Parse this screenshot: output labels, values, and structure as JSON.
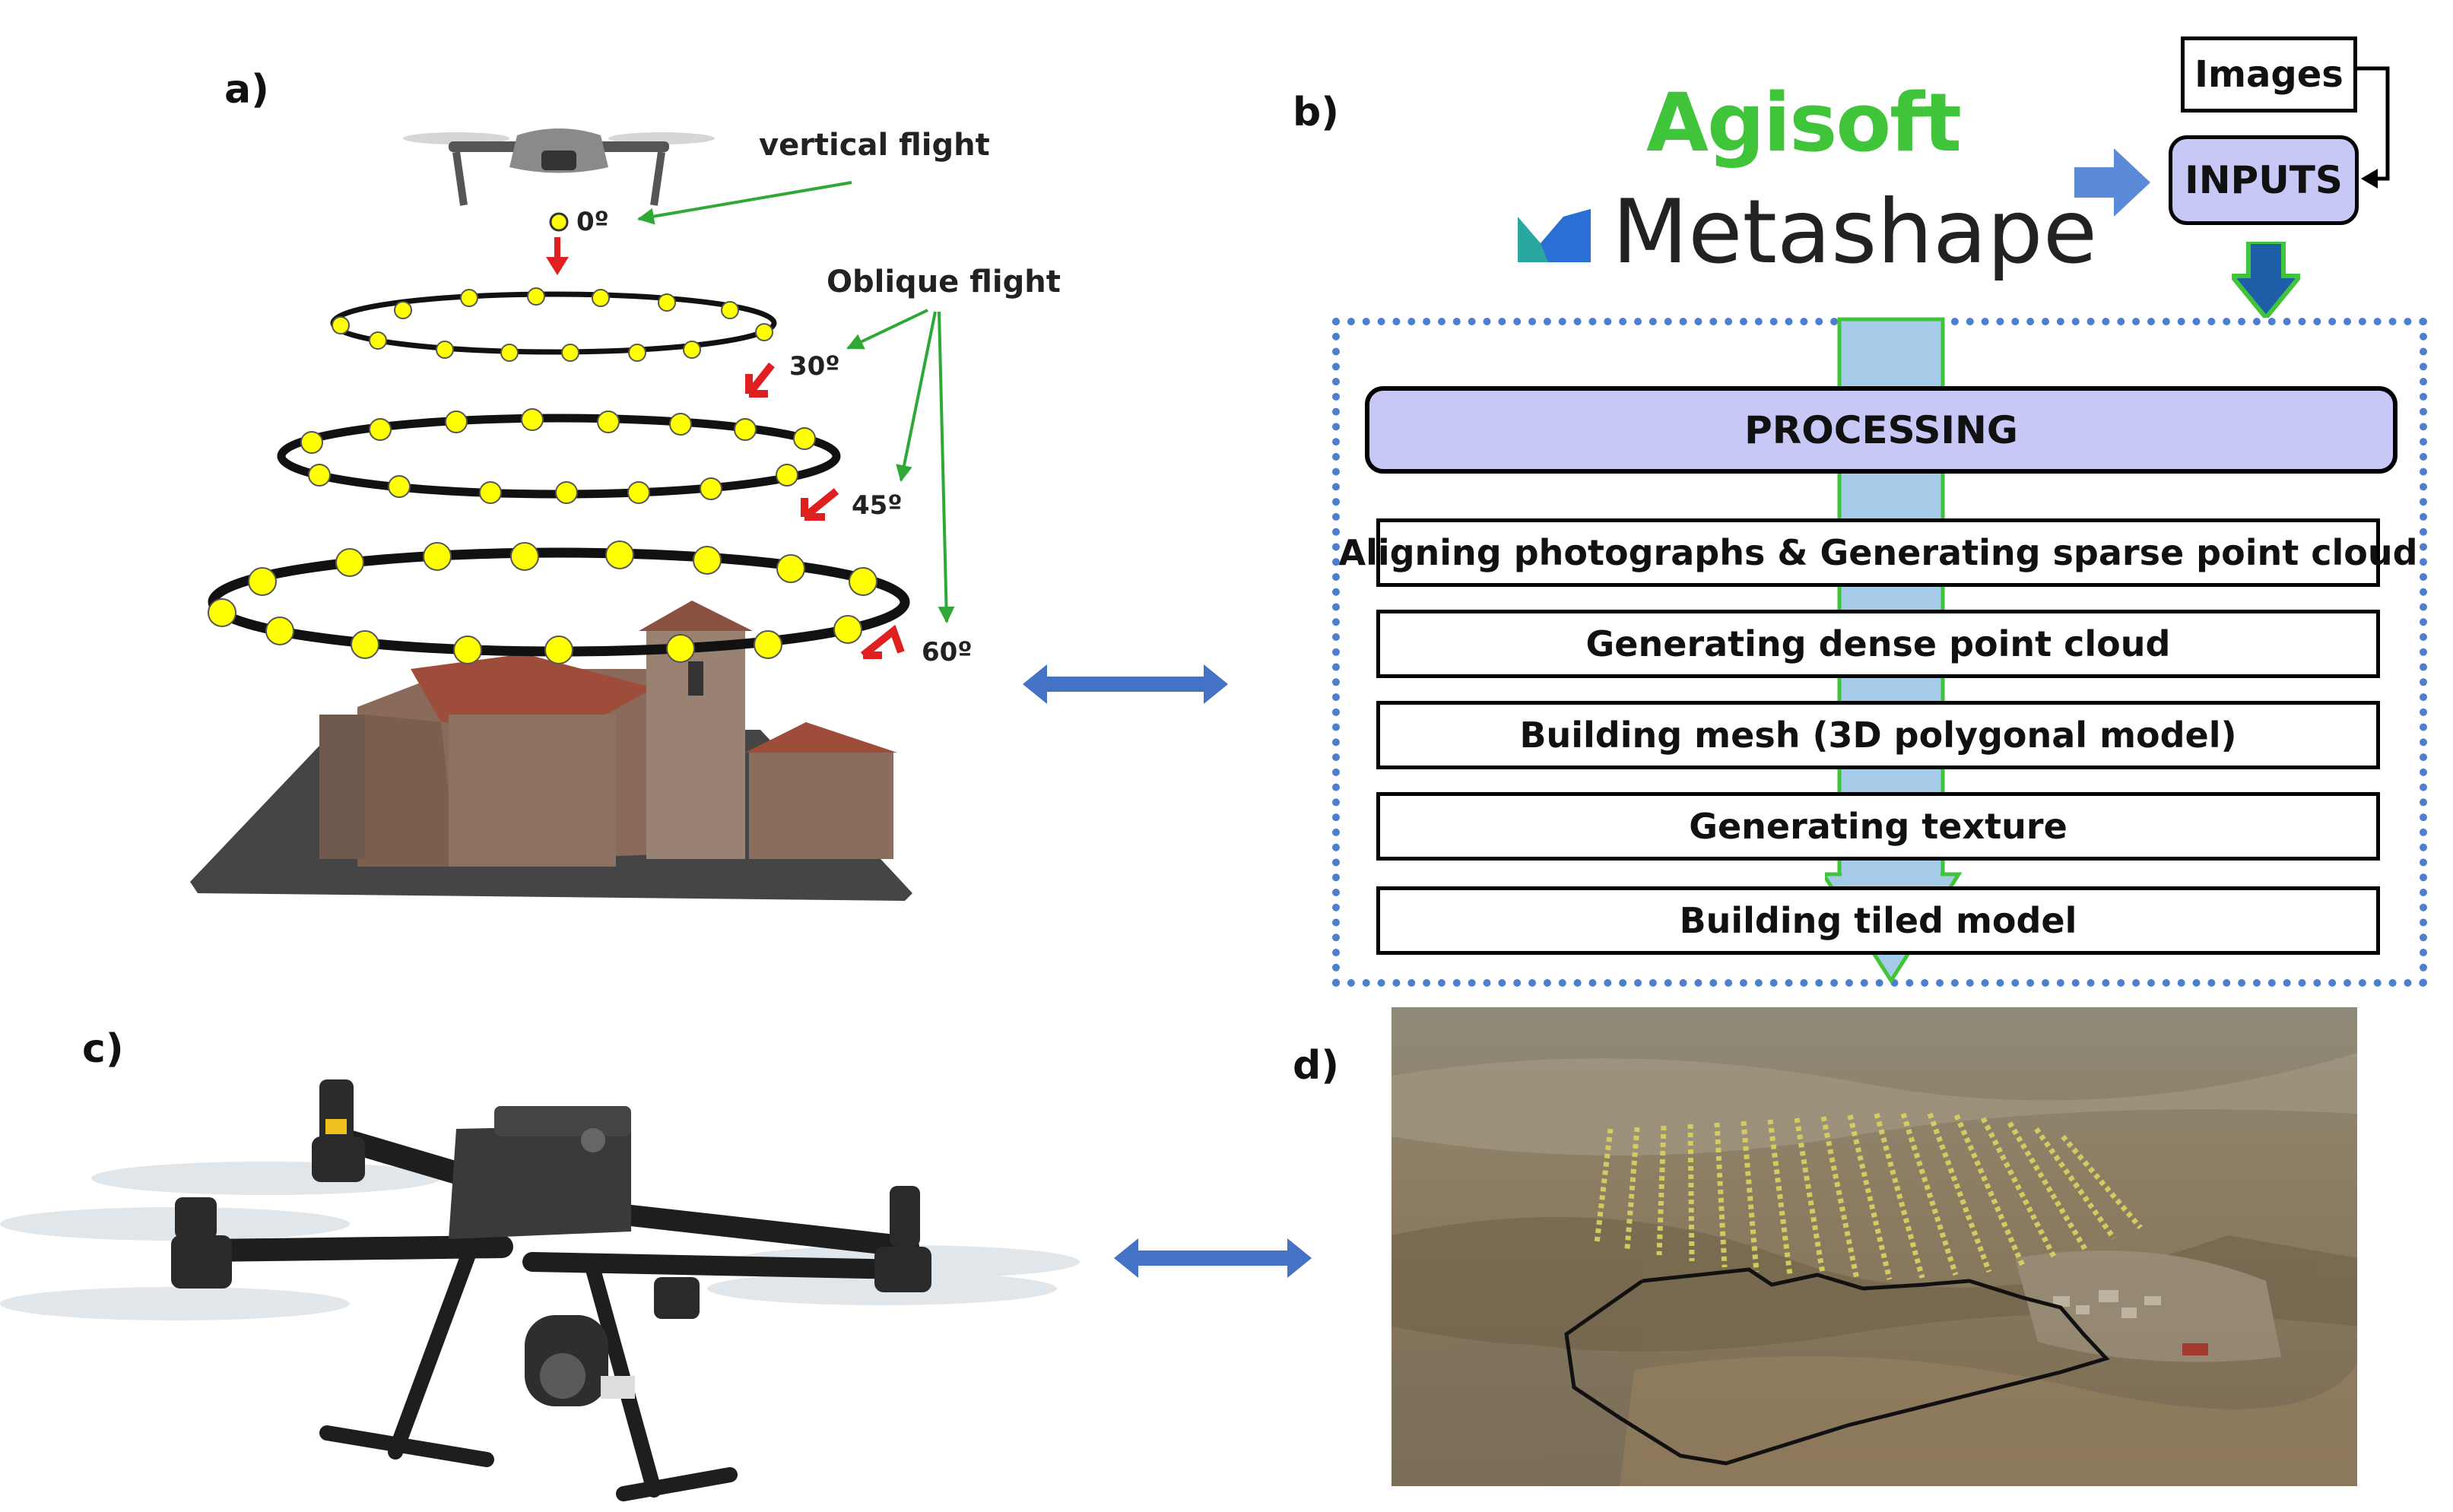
{
  "panels": {
    "a": "a)",
    "b": "b)",
    "c": "c)",
    "d": "d)"
  },
  "panel_a": {
    "vertical_flight": "vertical flight",
    "oblique_flight": "Oblique flight",
    "angles": [
      "0º",
      "30º",
      "45º",
      "60º"
    ]
  },
  "panel_b": {
    "brand_top": "Agisoft",
    "brand_bottom": "Metashape",
    "images_label": "Images",
    "inputs_label": "INPUTS",
    "processing_label": "PROCESSING",
    "steps": [
      "Aligning photographs  & Generating sparse point cloud",
      "Generating dense point cloud",
      "Building mesh (3D polygonal model)",
      "Generating texture",
      "Building tiled model"
    ]
  },
  "colors": {
    "arrow_blue": "#4472c4",
    "dashed_border": "#4d7fd0",
    "processing_fill": "#c8c8f6",
    "column_fill": "#a6cbe9",
    "column_border": "#3fc43a",
    "agisoft_green": "#3fc43a",
    "waypoint_yellow": "#ffff00",
    "direction_red": "#e02020"
  }
}
